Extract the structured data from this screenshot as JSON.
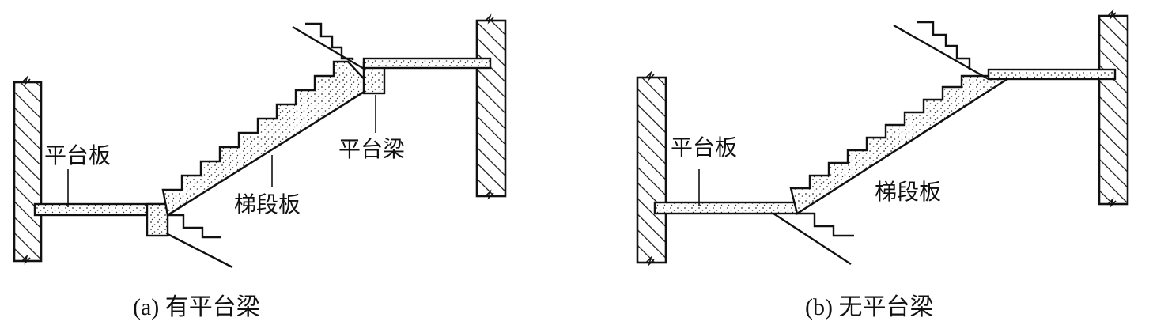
{
  "panel_a": {
    "caption": "(a) 有平台梁",
    "label_platform_slab": "平台板",
    "label_platform_beam": "平台梁",
    "label_stair_slab": "梯段板"
  },
  "panel_b": {
    "caption": "(b) 无平台梁",
    "label_platform_slab": "平台板",
    "label_stair_slab": "梯段板"
  }
}
